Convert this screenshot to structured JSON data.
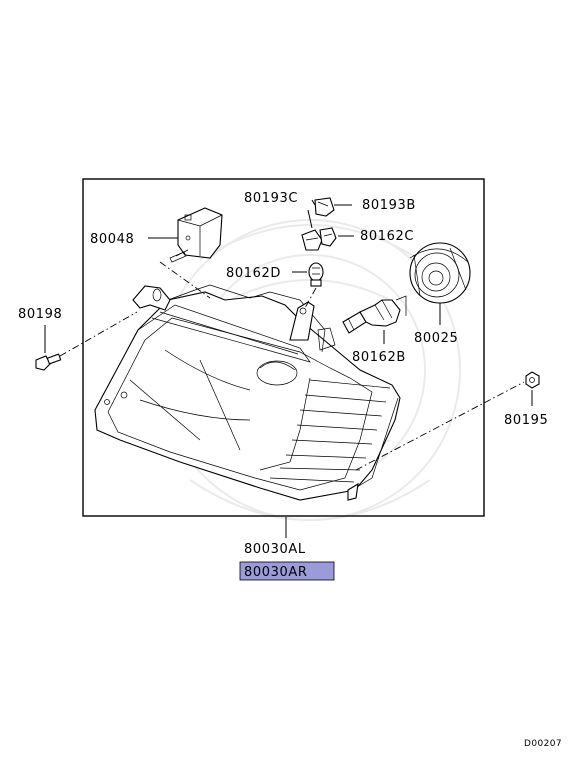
{
  "parts": {
    "headlamp_left": "80030AL",
    "headlamp_right": "80030AR",
    "socket_cover": "80048",
    "screw": "80198",
    "bulb_socket_c": "80193C",
    "bulb_socket_b": "80193B",
    "bulb_c": "80162C",
    "bulb_d": "80162D",
    "bulb_b": "80162B",
    "dust_cap": "80025",
    "nut": "80195"
  },
  "highlight_color": "#9b9bd9",
  "diagram_code": "D00207"
}
